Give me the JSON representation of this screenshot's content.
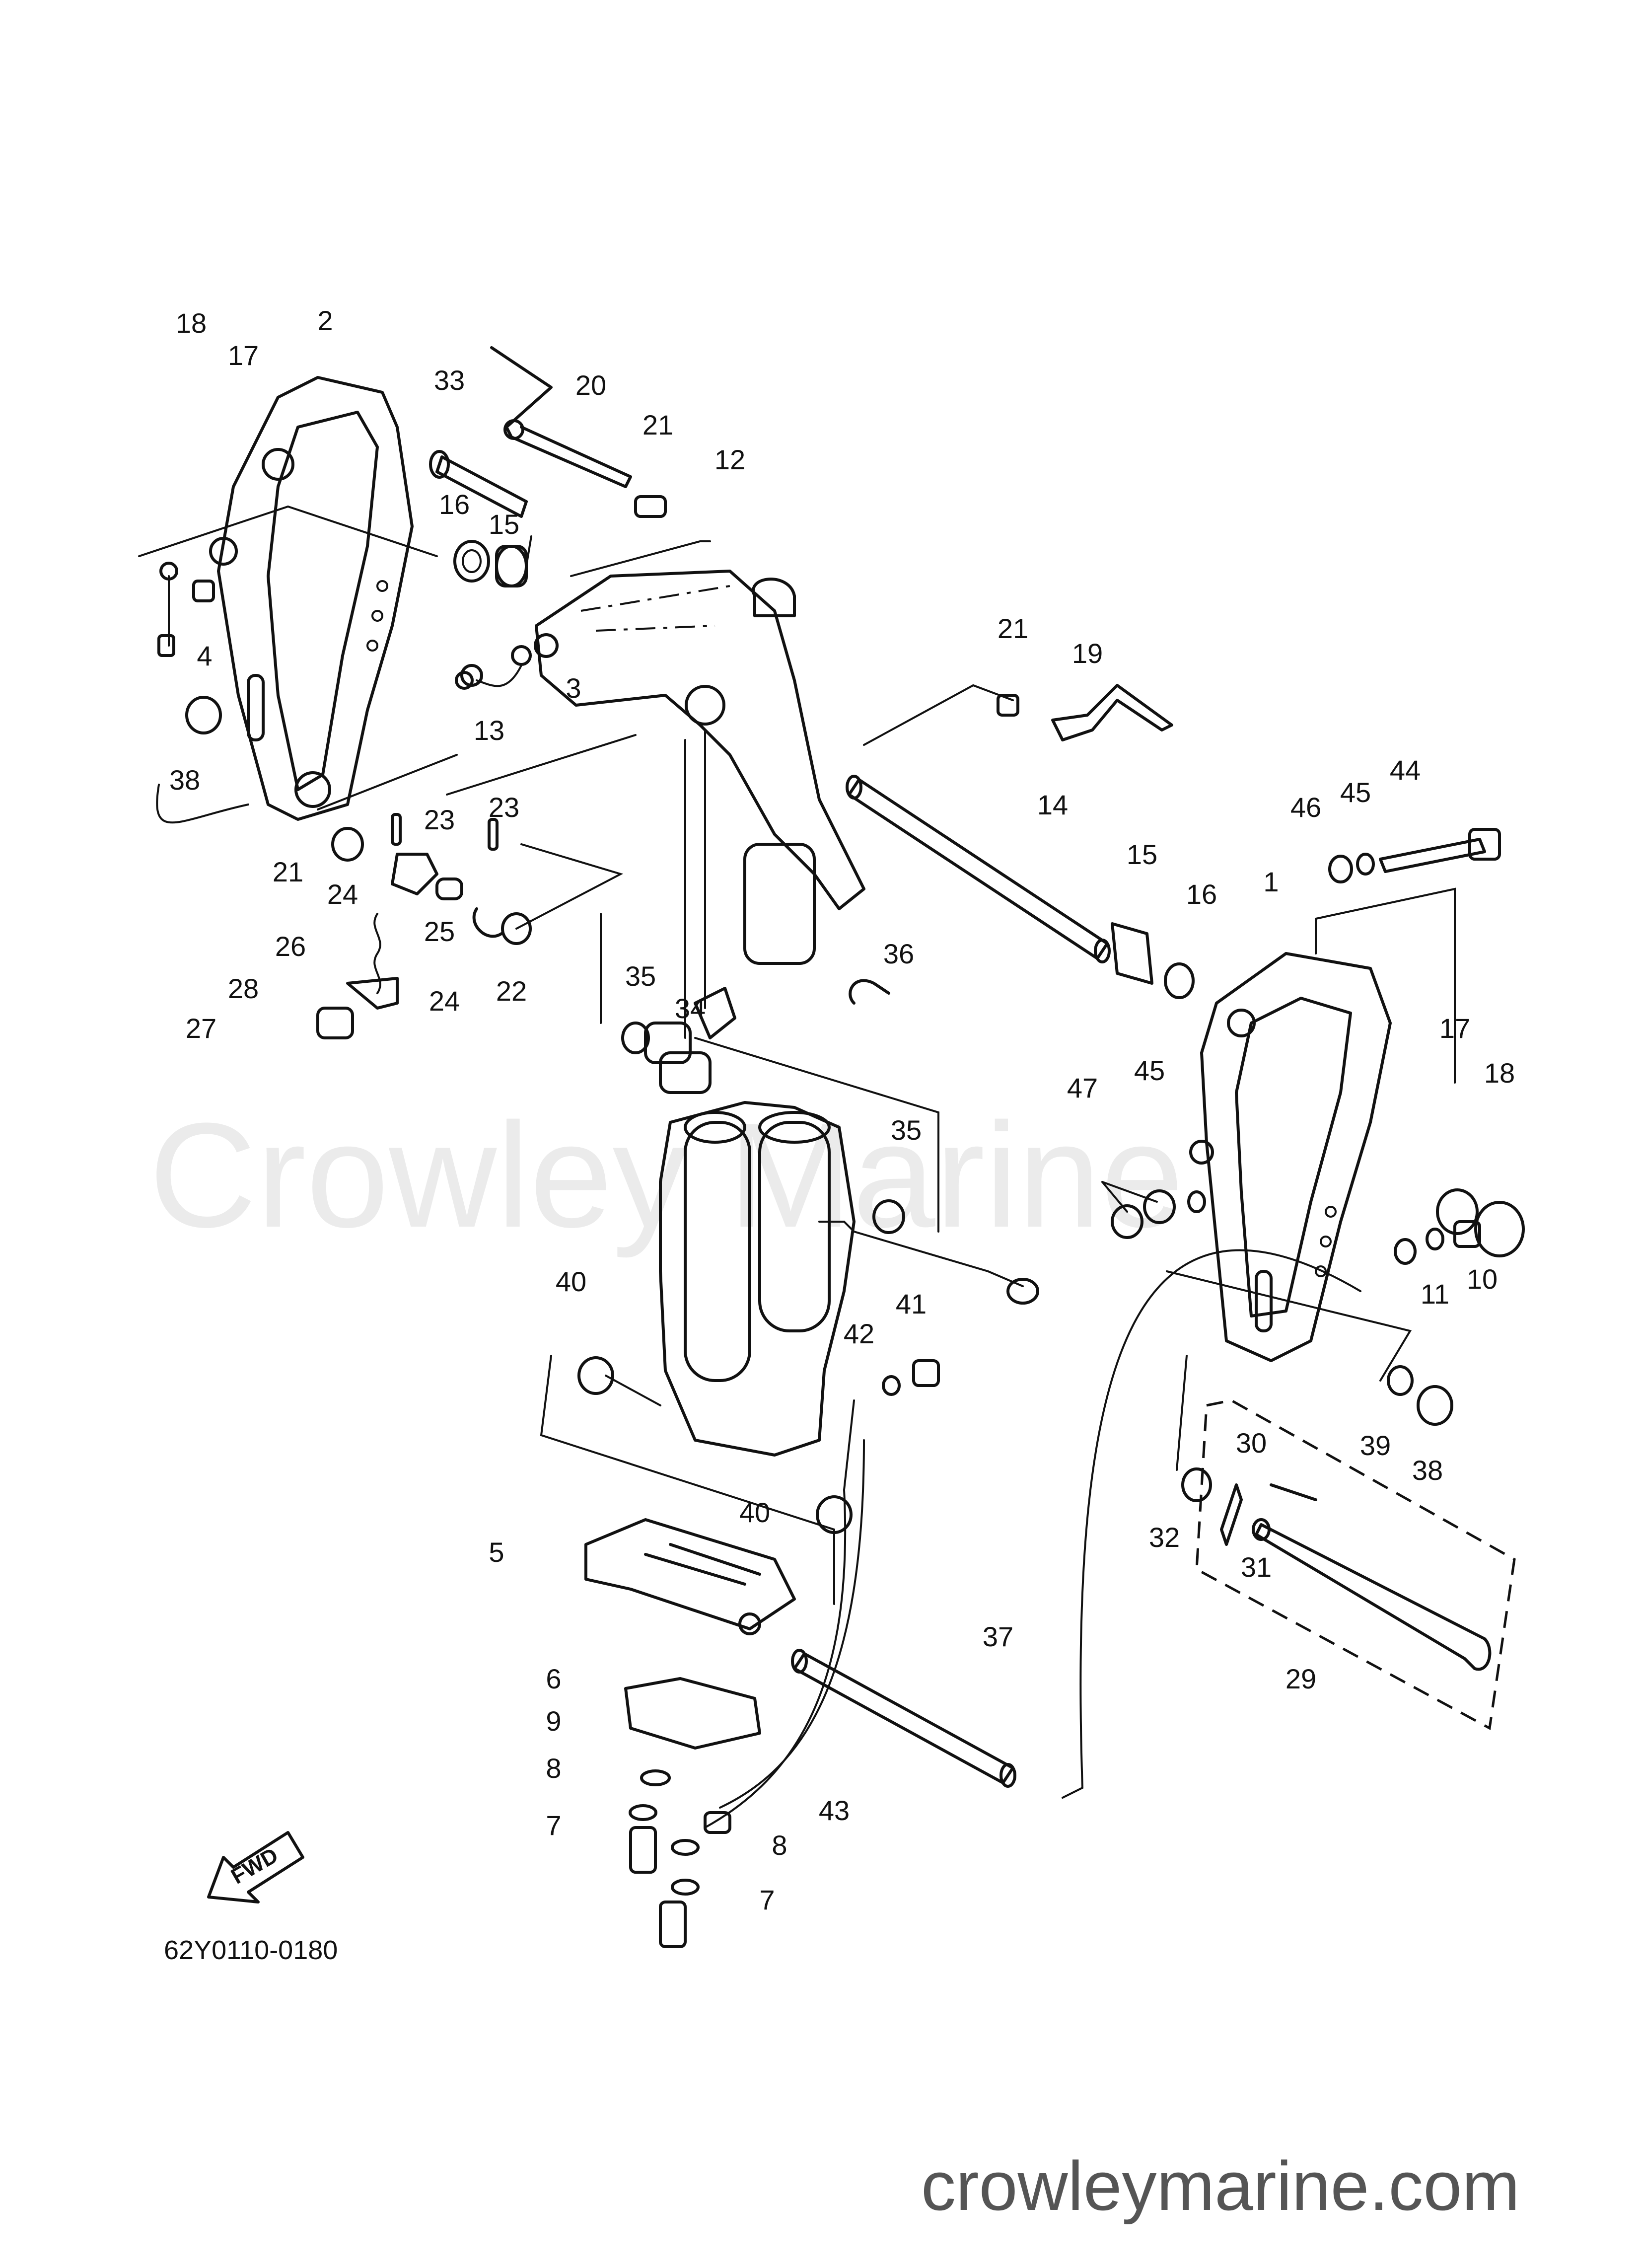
{
  "watermark": "Crowley Marine",
  "website": "crowleymarine.com",
  "diagram_code": "62Y0110-0180",
  "fwd_label": "FWD",
  "callouts": {
    "c1": "1",
    "c2": "2",
    "c3": "3",
    "c4": "4",
    "c5": "5",
    "c6": "6",
    "c7a": "7",
    "c7b": "7",
    "c8a": "8",
    "c8b": "8",
    "c9": "9",
    "c10": "10",
    "c11": "11",
    "c12": "12",
    "c13": "13",
    "c14": "14",
    "c15a": "15",
    "c15b": "15",
    "c16a": "16",
    "c16b": "16",
    "c17a": "17",
    "c17b": "17",
    "c18a": "18",
    "c18b": "18",
    "c19": "19",
    "c20": "20",
    "c21a": "21",
    "c21b": "21",
    "c21c": "21",
    "c22": "22",
    "c23a": "23",
    "c23b": "23",
    "c24a": "24",
    "c24b": "24",
    "c25": "25",
    "c26": "26",
    "c27": "27",
    "c28": "28",
    "c29": "29",
    "c30": "30",
    "c31": "31",
    "c32": "32",
    "c33": "33",
    "c34": "34",
    "c35a": "35",
    "c35b": "35",
    "c36": "36",
    "c37": "37",
    "c38a": "38",
    "c38b": "38",
    "c39": "39",
    "c40a": "40",
    "c40b": "40",
    "c41": "41",
    "c42": "42",
    "c43": "43",
    "c44": "44",
    "c45a": "45",
    "c45b": "45",
    "c46": "46",
    "c47": "47"
  }
}
